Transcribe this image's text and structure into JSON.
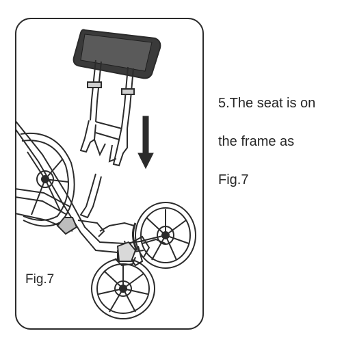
{
  "caption": {
    "line1": "5.The seat is on",
    "line2": "the frame as",
    "line3": "Fig.7"
  },
  "figure_label": "Fig.7",
  "colors": {
    "stroke": "#2b2b2b",
    "seat_fill": "#3a3a3a",
    "background": "#ffffff"
  }
}
